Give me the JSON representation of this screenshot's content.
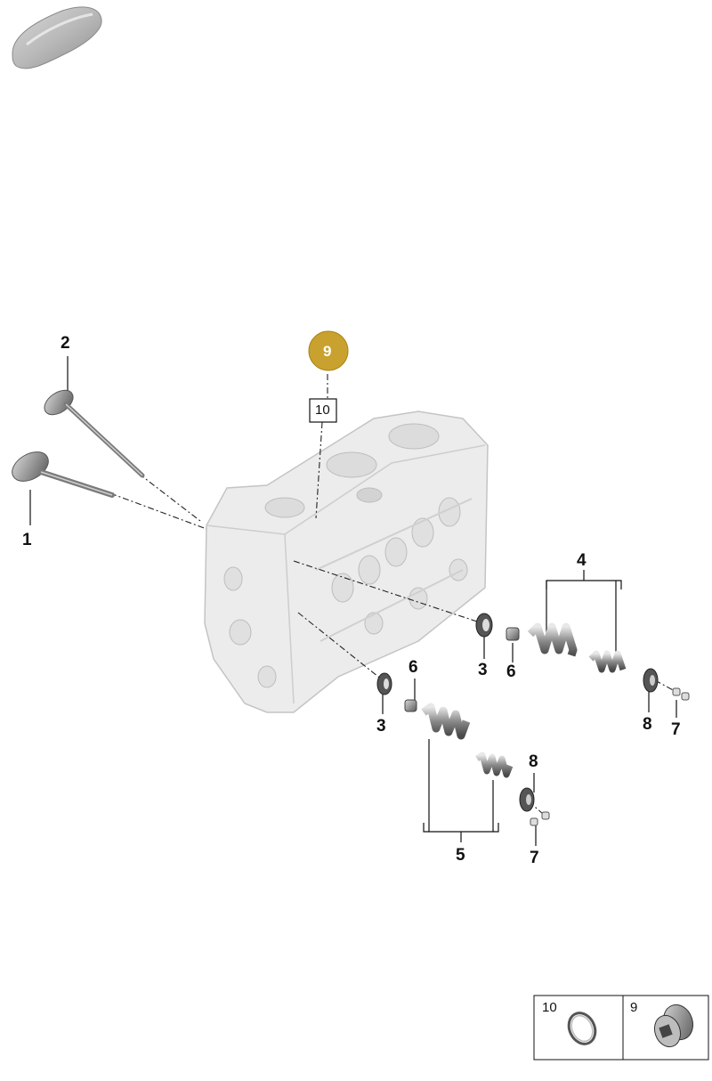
{
  "callouts": {
    "c1": "1",
    "c2": "2",
    "c3a": "3",
    "c3b": "3",
    "c4": "4",
    "c5": "5",
    "c6a": "6",
    "c6b": "6",
    "c7a": "7",
    "c7b": "7",
    "c8a": "8",
    "c8b": "8",
    "c10": "10"
  },
  "highlight": {
    "label": "9",
    "color": "#c9a12e"
  },
  "legend": {
    "items": [
      {
        "label": "10",
        "part": "sealing-ring"
      },
      {
        "label": "9",
        "part": "screw-plug"
      }
    ]
  },
  "icons": [
    "car-thumbnail-icon",
    "cylinder-head-illustration",
    "valve-icon",
    "valve-spring-icon"
  ]
}
